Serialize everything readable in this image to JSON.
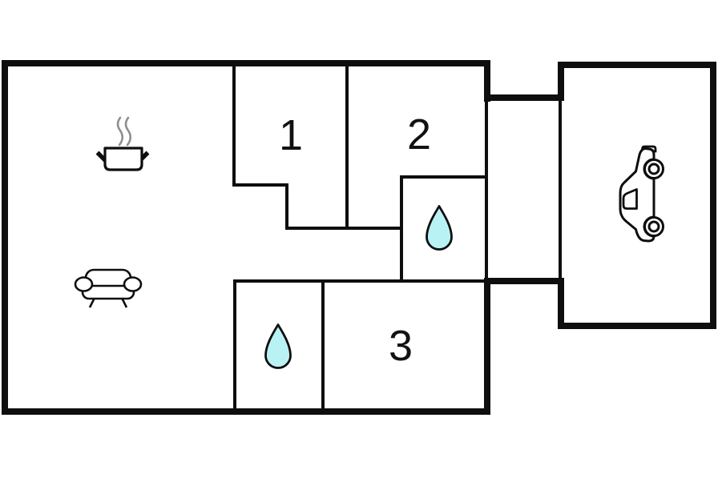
{
  "diagram": {
    "kind": "residential floor plan",
    "background_color": "#ffffff",
    "wall_color": "#0e0e0e",
    "water_drop_color": "#b9f2f5",
    "steam_color": "#8f8f8f",
    "rooms": {
      "room1": {
        "label": "1"
      },
      "room2": {
        "label": "2"
      },
      "room3": {
        "label": "3"
      },
      "living_area": {
        "label": "",
        "icons": [
          "cooking-pot-icon",
          "sofa-icon"
        ]
      },
      "bathroom_upper": {
        "label": "",
        "icons": [
          "water-drop-icon"
        ]
      },
      "bathroom_lower": {
        "label": "",
        "icons": [
          "water-drop-icon"
        ]
      },
      "garage": {
        "label": "",
        "icons": [
          "car-icon"
        ]
      },
      "corridor": {
        "label": "",
        "icons": []
      }
    }
  }
}
